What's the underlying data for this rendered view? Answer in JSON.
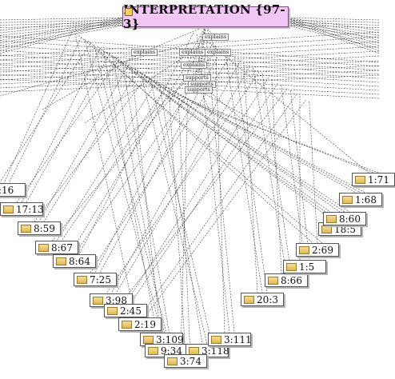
{
  "root": {
    "label": "INTERPRETATION {97-3}",
    "fill": "#f2c6f5"
  },
  "relations": [
    {
      "label": "explains"
    },
    {
      "label": "explains"
    },
    {
      "label": "explains"
    },
    {
      "label": "explains"
    },
    {
      "label": "explains"
    },
    {
      "label": "supports"
    },
    {
      "label": "supports"
    },
    {
      "label": "supports"
    }
  ],
  "quotations": [
    {
      "label": ":16"
    },
    {
      "label": "17:13"
    },
    {
      "label": "8:59"
    },
    {
      "label": "8:67"
    },
    {
      "label": "8:64"
    },
    {
      "label": "7:25"
    },
    {
      "label": "3:98"
    },
    {
      "label": "2:45"
    },
    {
      "label": "2:19"
    },
    {
      "label": "3:109"
    },
    {
      "label": "9:34"
    },
    {
      "label": "3:118"
    },
    {
      "label": "3:74"
    },
    {
      "label": "3:111"
    },
    {
      "label": "20:3"
    },
    {
      "label": "8:66"
    },
    {
      "label": "1:5"
    },
    {
      "label": "2:69"
    },
    {
      "label": "18:5"
    },
    {
      "label": "8:60"
    },
    {
      "label": "1:68"
    },
    {
      "label": "1:71"
    }
  ],
  "icons": {
    "root": "quotation-icon",
    "node": "document-icon"
  }
}
